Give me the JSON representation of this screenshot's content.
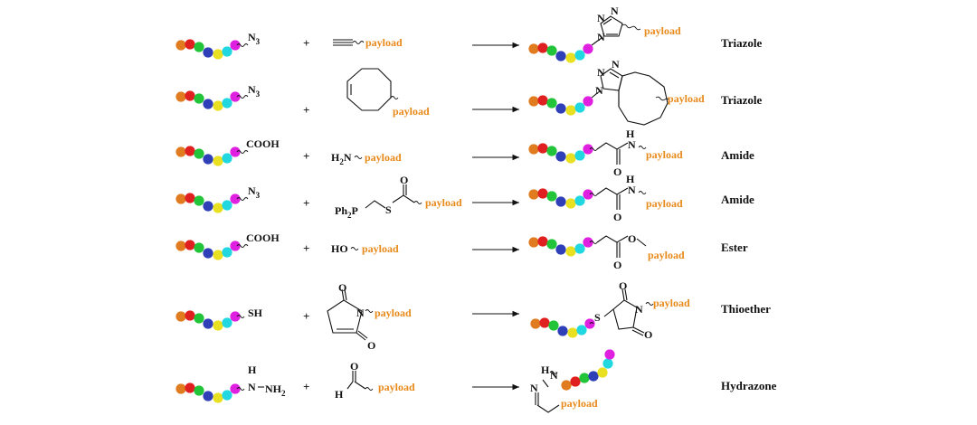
{
  "bead_colors": [
    "#E07B1F",
    "#E02020",
    "#22C43A",
    "#2E3FB8",
    "#E8E020",
    "#22D8E0",
    "#E020E0"
  ],
  "payload_color": "#E8891A",
  "plus_sign": "+",
  "payload_label": "payload",
  "rows": [
    {
      "reactant_group": "N3",
      "partner": "terminal alkyne",
      "product": "Triazole"
    },
    {
      "reactant_group": "N3",
      "partner": "cyclooctyne",
      "product": "Triazole"
    },
    {
      "reactant_group": "COOH",
      "partner_prefix": "H2N",
      "product": "Amide"
    },
    {
      "reactant_group": "N3",
      "partner_prefix": "Ph2P",
      "product": "Amide"
    },
    {
      "reactant_group": "COOH",
      "partner_prefix": "HO",
      "product": "Ester"
    },
    {
      "reactant_group": "SH",
      "partner": "maleimide",
      "product": "Thioether"
    },
    {
      "reactant_group": "H-N-NH2",
      "partner": "aldehyde",
      "product": "Hydrazone"
    }
  ],
  "labels": {
    "n3": "N",
    "n3_sub": "3",
    "cooh": "COOH",
    "sh": "SH",
    "h": "H",
    "nh2": "NH",
    "nh2_sub": "2",
    "n": "N",
    "h2n": "H",
    "h2n_sub": "2",
    "h2n_n": "N",
    "ph2p": "Ph",
    "ph2p_sub": "2",
    "ph2p_p": "P",
    "s": "S",
    "o": "O",
    "ho": "HO"
  },
  "products": [
    "Triazole",
    "Triazole",
    "Amide",
    "Amide",
    "Ester",
    "Thioether",
    "Hydrazone"
  ]
}
